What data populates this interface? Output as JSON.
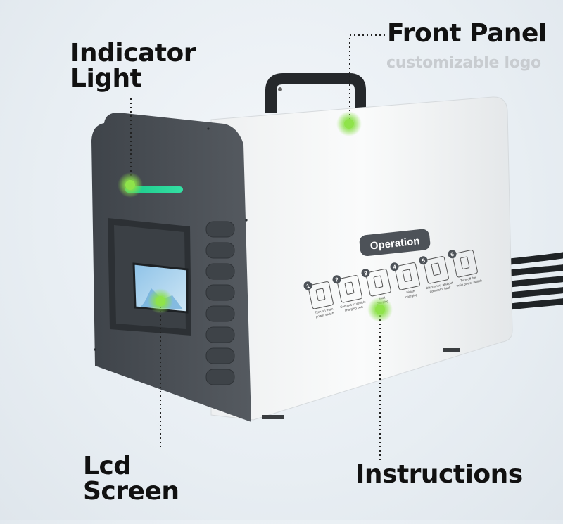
{
  "callouts": {
    "indicator": {
      "line1": "Indicator",
      "line2": "Light"
    },
    "front_panel": {
      "title": "Front Panel",
      "subtitle": "customizable logo"
    },
    "lcd": {
      "line1": "Lcd",
      "line2": "Screen"
    },
    "instructions": {
      "title": "Instructions"
    }
  },
  "device": {
    "operation_label": "Operation",
    "steps": [
      {
        "num": "1",
        "text": "Turn on main power switch"
      },
      {
        "num": "2",
        "text": "Connect to vehicle charging port"
      },
      {
        "num": "3",
        "text": "Start charging"
      },
      {
        "num": "4",
        "text": "Finish charging"
      },
      {
        "num": "5",
        "text": "Disconnect and put connector back"
      },
      {
        "num": "6",
        "text": "Turn off the main power switch"
      }
    ]
  },
  "colors": {
    "indicator_green": "#3fd46a",
    "hotspot_green": "#8be04a",
    "panel_dark": "#4a4f55",
    "body_white": "#f7f8f8",
    "operation_badge": "#4d5258"
  }
}
